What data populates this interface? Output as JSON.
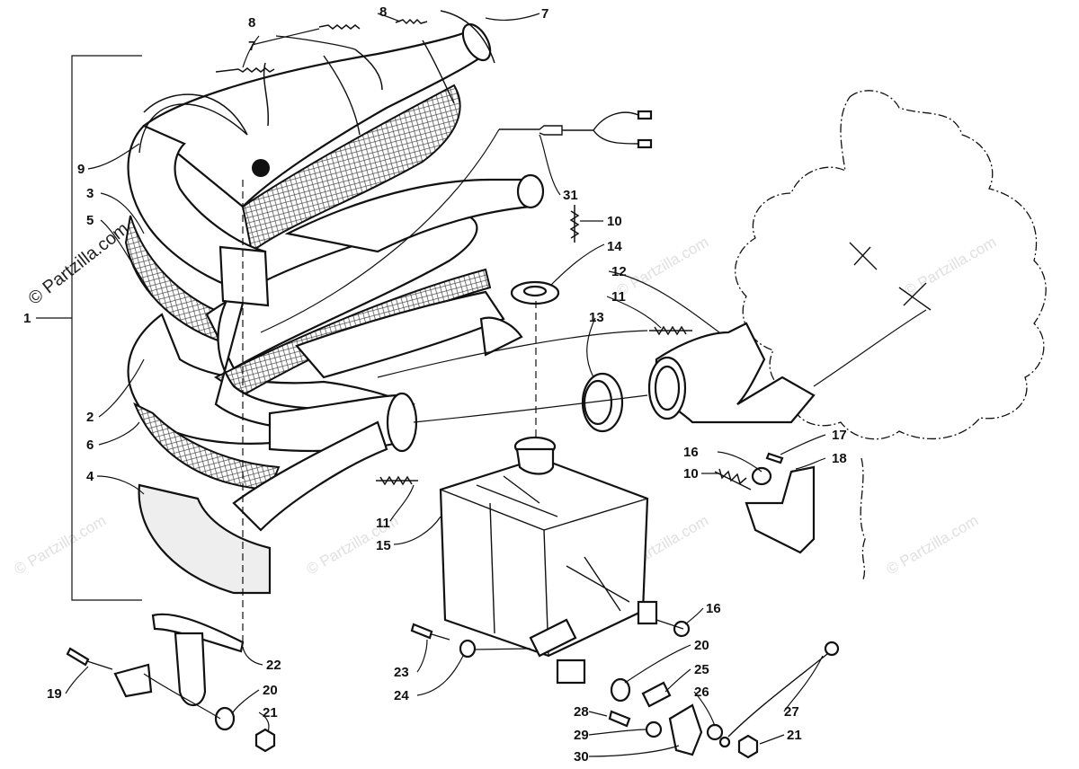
{
  "watermark": {
    "side_text": "© Partzilla.com",
    "repeat_text": "© Partzilla.com"
  },
  "callouts": [
    {
      "id": "c1",
      "label": "1"
    },
    {
      "id": "c2",
      "label": "2"
    },
    {
      "id": "c3",
      "label": "3"
    },
    {
      "id": "c4",
      "label": "4"
    },
    {
      "id": "c5",
      "label": "5"
    },
    {
      "id": "c6",
      "label": "6"
    },
    {
      "id": "c7a",
      "label": "7"
    },
    {
      "id": "c7b",
      "label": "7"
    },
    {
      "id": "c8a",
      "label": "8"
    },
    {
      "id": "c8b",
      "label": "8"
    },
    {
      "id": "c9",
      "label": "9"
    },
    {
      "id": "c10a",
      "label": "10"
    },
    {
      "id": "c10b",
      "label": "10"
    },
    {
      "id": "c11a",
      "label": "11"
    },
    {
      "id": "c11b",
      "label": "11"
    },
    {
      "id": "c12",
      "label": "12"
    },
    {
      "id": "c13",
      "label": "13"
    },
    {
      "id": "c14",
      "label": "14"
    },
    {
      "id": "c15",
      "label": "15"
    },
    {
      "id": "c16a",
      "label": "16"
    },
    {
      "id": "c16b",
      "label": "16"
    },
    {
      "id": "c17",
      "label": "17"
    },
    {
      "id": "c18",
      "label": "18"
    },
    {
      "id": "c19",
      "label": "19"
    },
    {
      "id": "c20a",
      "label": "20"
    },
    {
      "id": "c20b",
      "label": "20"
    },
    {
      "id": "c21a",
      "label": "21"
    },
    {
      "id": "c21b",
      "label": "21"
    },
    {
      "id": "c22",
      "label": "22"
    },
    {
      "id": "c23",
      "label": "23"
    },
    {
      "id": "c24",
      "label": "24"
    },
    {
      "id": "c25",
      "label": "25"
    },
    {
      "id": "c26",
      "label": "26"
    },
    {
      "id": "c27",
      "label": "27"
    },
    {
      "id": "c28",
      "label": "28"
    },
    {
      "id": "c29",
      "label": "29"
    },
    {
      "id": "c30",
      "label": "30"
    },
    {
      "id": "c31",
      "label": "31"
    }
  ]
}
